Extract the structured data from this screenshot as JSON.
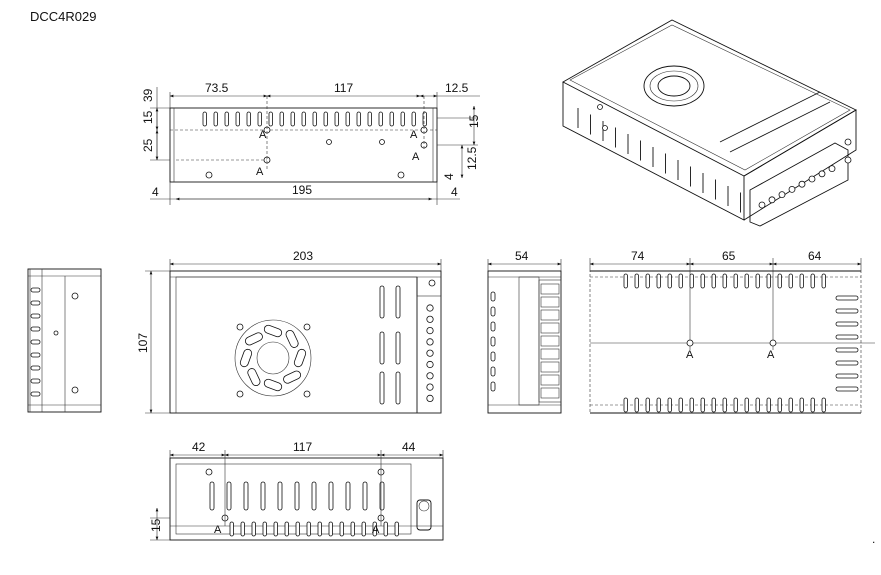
{
  "title": "DCC4R029",
  "datum_label": "A",
  "dims": {
    "top_39": "39",
    "top_15a": "15",
    "top_25": "25",
    "top_73_5": "73.5",
    "top_117": "117",
    "top_12_5a": "12.5",
    "top_15b": "15",
    "top_12_5b": "12.5",
    "top_4a": "4",
    "top_4b": "4",
    "top_4c": "4",
    "top_195": "195",
    "front_203": "203",
    "front_107": "107",
    "side_54": "54",
    "right_74": "74",
    "right_65": "65",
    "right_64": "64",
    "bottom_42": "42",
    "bottom_117": "117",
    "bottom_44": "44",
    "bottom_15": "15"
  },
  "trailing_mark": "."
}
